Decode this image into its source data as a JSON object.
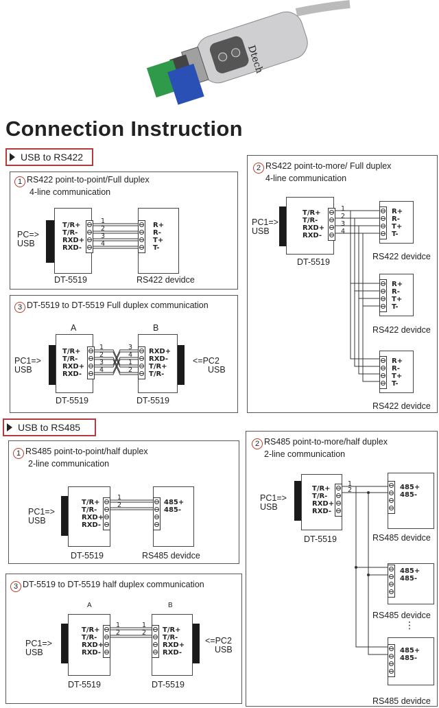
{
  "heading": "Connection Instruction",
  "device_label": "Dtech",
  "sections": {
    "rs422": "USB to RS422",
    "rs485": "USB to RS485"
  },
  "panels": {
    "p422_1": {
      "num": "1",
      "title1": "RS422 point-to-point/Full duplex",
      "title2": "4-line communication",
      "pc": "PC=>",
      "usb": "USB",
      "dev": "DT-5519",
      "target": "RS422 devidce",
      "pins": [
        "T/R+",
        "T/R-",
        "RXD+",
        "RXD-"
      ],
      "tpins": [
        "R+",
        "R-",
        "T+",
        "T-"
      ],
      "wires": [
        "1",
        "2",
        "3",
        "4"
      ]
    },
    "p422_2": {
      "num": "2",
      "title1": "RS422 point-to-more/ Full duplex",
      "title2": "4-line communication",
      "pc": "PC1=>",
      "usb": "USB",
      "dev": "DT-5519",
      "target": "RS422 devidce",
      "pins": [
        "T/R+",
        "T/R-",
        "RXD+",
        "RXD-"
      ],
      "tpins": [
        "R+",
        "R-",
        "T+",
        "T-"
      ],
      "wires": [
        "1",
        "2",
        "3",
        "4"
      ]
    },
    "p422_3": {
      "num": "3",
      "title": "DT-5519 to DT-5519 Full duplex communication",
      "a": "A",
      "b": "B",
      "pc1": "PC1=>",
      "pc2": "<=PC2",
      "usb": "USB",
      "dev": "DT-5519",
      "pins": [
        "T/R+",
        "T/R-",
        "RXD+",
        "RXD-"
      ],
      "bpins": [
        "RXD+",
        "RXD-",
        "T/R+",
        "T/R-"
      ],
      "wires_a": [
        "1",
        "2",
        "3",
        "4"
      ],
      "wires_b": [
        "3",
        "4",
        "1",
        "2"
      ]
    },
    "p485_1": {
      "num": "1",
      "title1": "RS485 point-to-point/half duplex",
      "title2": "2-line communication",
      "pc": "PC1=>",
      "usb": "USB",
      "dev": "DT-5519",
      "target": "RS485 devidce",
      "pins": [
        "T/R+",
        "T/R-",
        "RXD+",
        "RXD-"
      ],
      "tpins": [
        "485+",
        "485-"
      ],
      "wires": [
        "1",
        "2"
      ]
    },
    "p485_2": {
      "num": "2",
      "title1": "RS485 point-to-more/half duplex",
      "title2": "2-line communication",
      "pc": "PC1=>",
      "usb": "USB",
      "dev": "DT-5519",
      "target": "RS485 devidce",
      "pins": [
        "T/R+",
        "T/R-",
        "RXD+",
        "RXD-"
      ],
      "tpins": [
        "485+",
        "485-"
      ],
      "wires": [
        "1",
        "2"
      ],
      "dots": "⋮"
    },
    "p485_3": {
      "num": "3",
      "title": "DT-5519 to DT-5519 half duplex communication",
      "a": "A",
      "b": "B",
      "pc1": "PC1=>",
      "pc2": "<=PC2",
      "usb": "USB",
      "dev": "DT-5519",
      "pins": [
        "T/R+",
        "T/R-",
        "RXD+",
        "RXD-"
      ],
      "bpins": [
        "T/R+",
        "T/R-",
        "RXD+",
        "RXD-"
      ],
      "wires_a": [
        "1",
        "2"
      ],
      "wires_b": [
        "1",
        "2"
      ]
    }
  },
  "colors": {
    "accent": "#b23b3b",
    "green_block": "#2e9a4a",
    "blue_block": "#2a4fb5"
  }
}
